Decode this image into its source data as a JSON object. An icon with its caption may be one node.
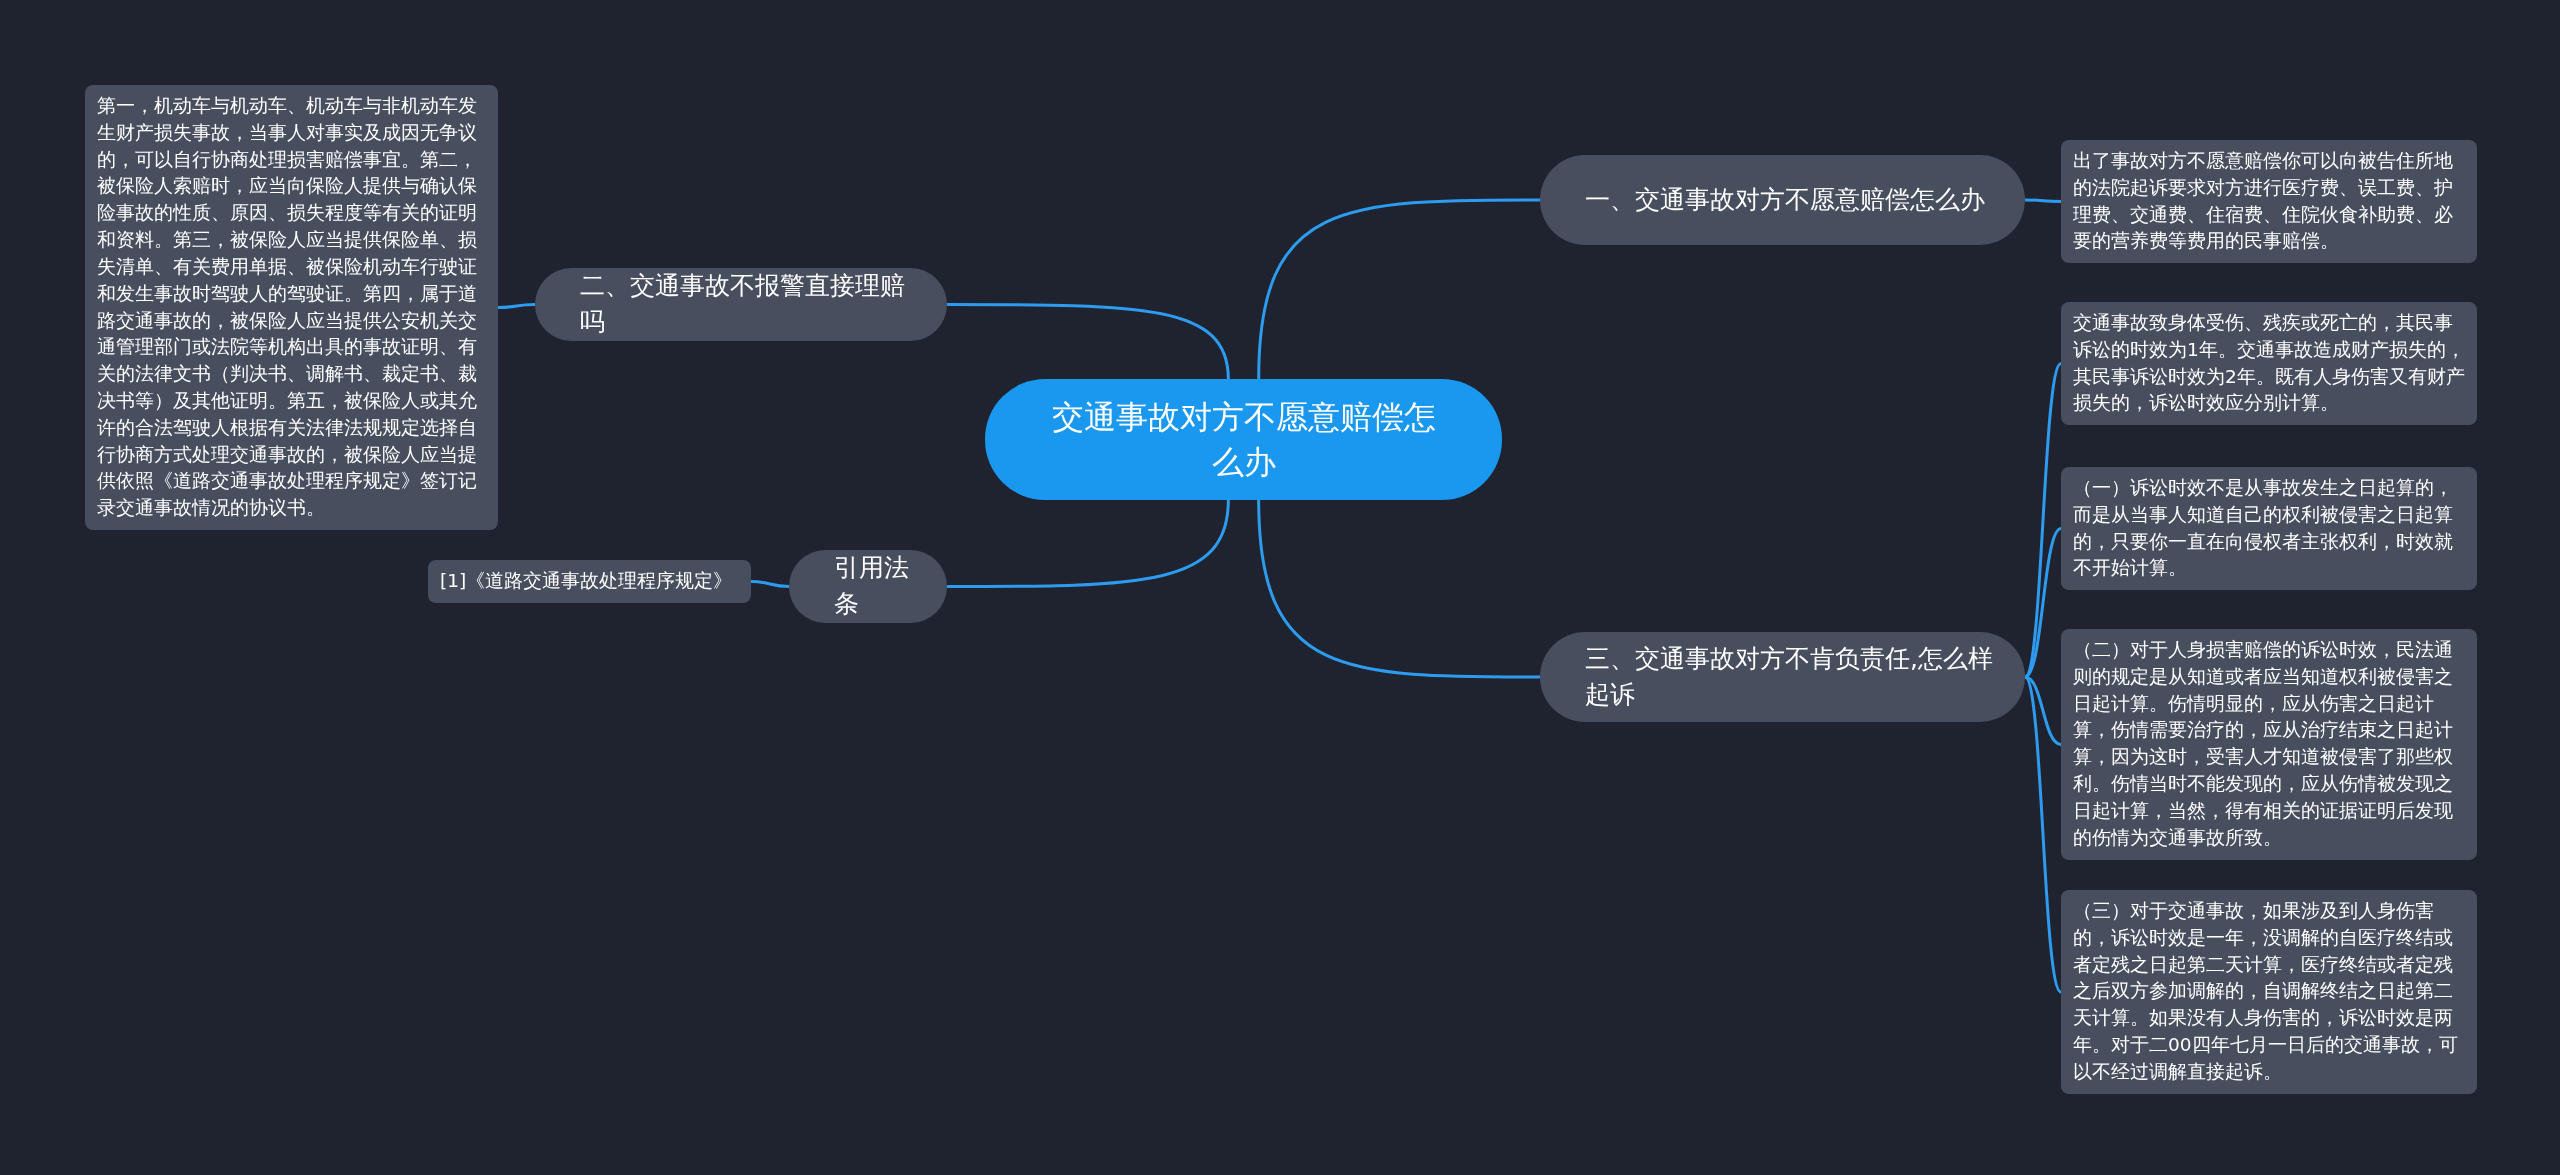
{
  "diagram": {
    "nodes": [
      {
        "text": [
          "交通事故对方不愿意赔偿怎么办"
        ]
      },
      {
        "text": [
          "一、交通事故对方不愿意赔偿怎么办"
        ]
      },
      {
        "text": [
          "出了事故对方不愿意赔偿你可以向被告住所地的法院起诉要求对方进行医疗费、误工费、护理费、交通费、住宿费、住院伙食补助费、必要的营养费等费用的民事赔偿。"
        ]
      },
      {
        "text": [
          "三、交通事故对方不肯负责任,怎么样起诉"
        ]
      },
      {
        "text": [
          "交通事故致身体受伤、残疾或死亡的，其民事诉讼的时效为1年。交通事故造成财产损失的，其民事诉讼时效为2年。既有人身伤害又有财产损失的，诉讼时效应分别计算。"
        ]
      },
      {
        "text": [
          "（一）诉讼时效不是从事故发生之日起算的，而是从当事人知道自己的权利被侵害之日起算的，只要你一直在向侵权者主张权利，时效就不开始计算。"
        ]
      },
      {
        "text": [
          "（二）对于人身损害赔偿的诉讼时效，民法通则的规定是从知道或者应当知道权利被侵害之日起计算。伤情明显的，应从伤害之日起计算，伤情需要治疗的，应从治疗结束之日起计算，因为这时，受害人才知道被侵害了那些权利。伤情当时不能发现的，应从伤情被发现之日起计算，当然，得有相关的证据证明后发现的伤情为交通事故所致。"
        ]
      },
      {
        "text": [
          "（三）对于交通事故，如果涉及到人身伤害的，诉讼时效是一年，没调解的自医疗终结或者定残之日起第二天计算，医疗终结或者定残之后双方参加调解的，自调解终结之日起第二天计算。如果没有人身伤害的，诉讼时效是两年。对于二00四年七月一日后的交通事故，可以不经过调解直接起诉。"
        ]
      },
      {
        "text": [
          "二、交通事故不报警直接理赔吗"
        ]
      },
      {
        "text": [
          "第一，机动车与机动车、机动车与非机动车发生财产损失事故，当事人对事实及成因无争议的，可以自行协商处理损害赔偿事宜。第二，被保险人索赔时，应当向保险人提供与确认保险事故的性质、原因、损失程度等有关的证明和资料。第三，被保险人应当提供保险单、损失清单、有关费用单据、被保险机动车行驶证和发生事故时驾驶人的驾驶证。第四，属于道路交通事故的，被保险人应当提供公安机关交通管理部门或法院等机构出具的事故证明、有关的法律文书（判决书、调解书、裁定书、裁决书等）及其他证明。第五，被保险人或其允许的合法驾驶人根据有关法律法规规定选择自行协商方式处理交通事故的，被保险人应当提供依照《道路交通事故处理程序规定》签订记录交通事故情况的协议书。"
        ]
      },
      {
        "text": [
          "引用法条"
        ]
      },
      {
        "text": [
          "[1]《道路交通事故处理程序规定》"
        ]
      }
    ],
    "edges": [
      {
        "from": 0,
        "to": 1,
        "arrow": "none"
      },
      {
        "from": 1,
        "to": 2,
        "arrow": "none"
      },
      {
        "from": 0,
        "to": 3,
        "arrow": "none"
      },
      {
        "from": 3,
        "to": 4,
        "arrow": "none"
      },
      {
        "from": 3,
        "to": 5,
        "arrow": "none"
      },
      {
        "from": 3,
        "to": 6,
        "arrow": "none"
      },
      {
        "from": 3,
        "to": 7,
        "arrow": "none"
      },
      {
        "from": 0,
        "to": 8,
        "arrow": "none"
      },
      {
        "from": 8,
        "to": 9,
        "arrow": "none"
      },
      {
        "from": 0,
        "to": 10,
        "arrow": "none"
      },
      {
        "from": 10,
        "to": 11,
        "arrow": "none"
      }
    ]
  }
}
